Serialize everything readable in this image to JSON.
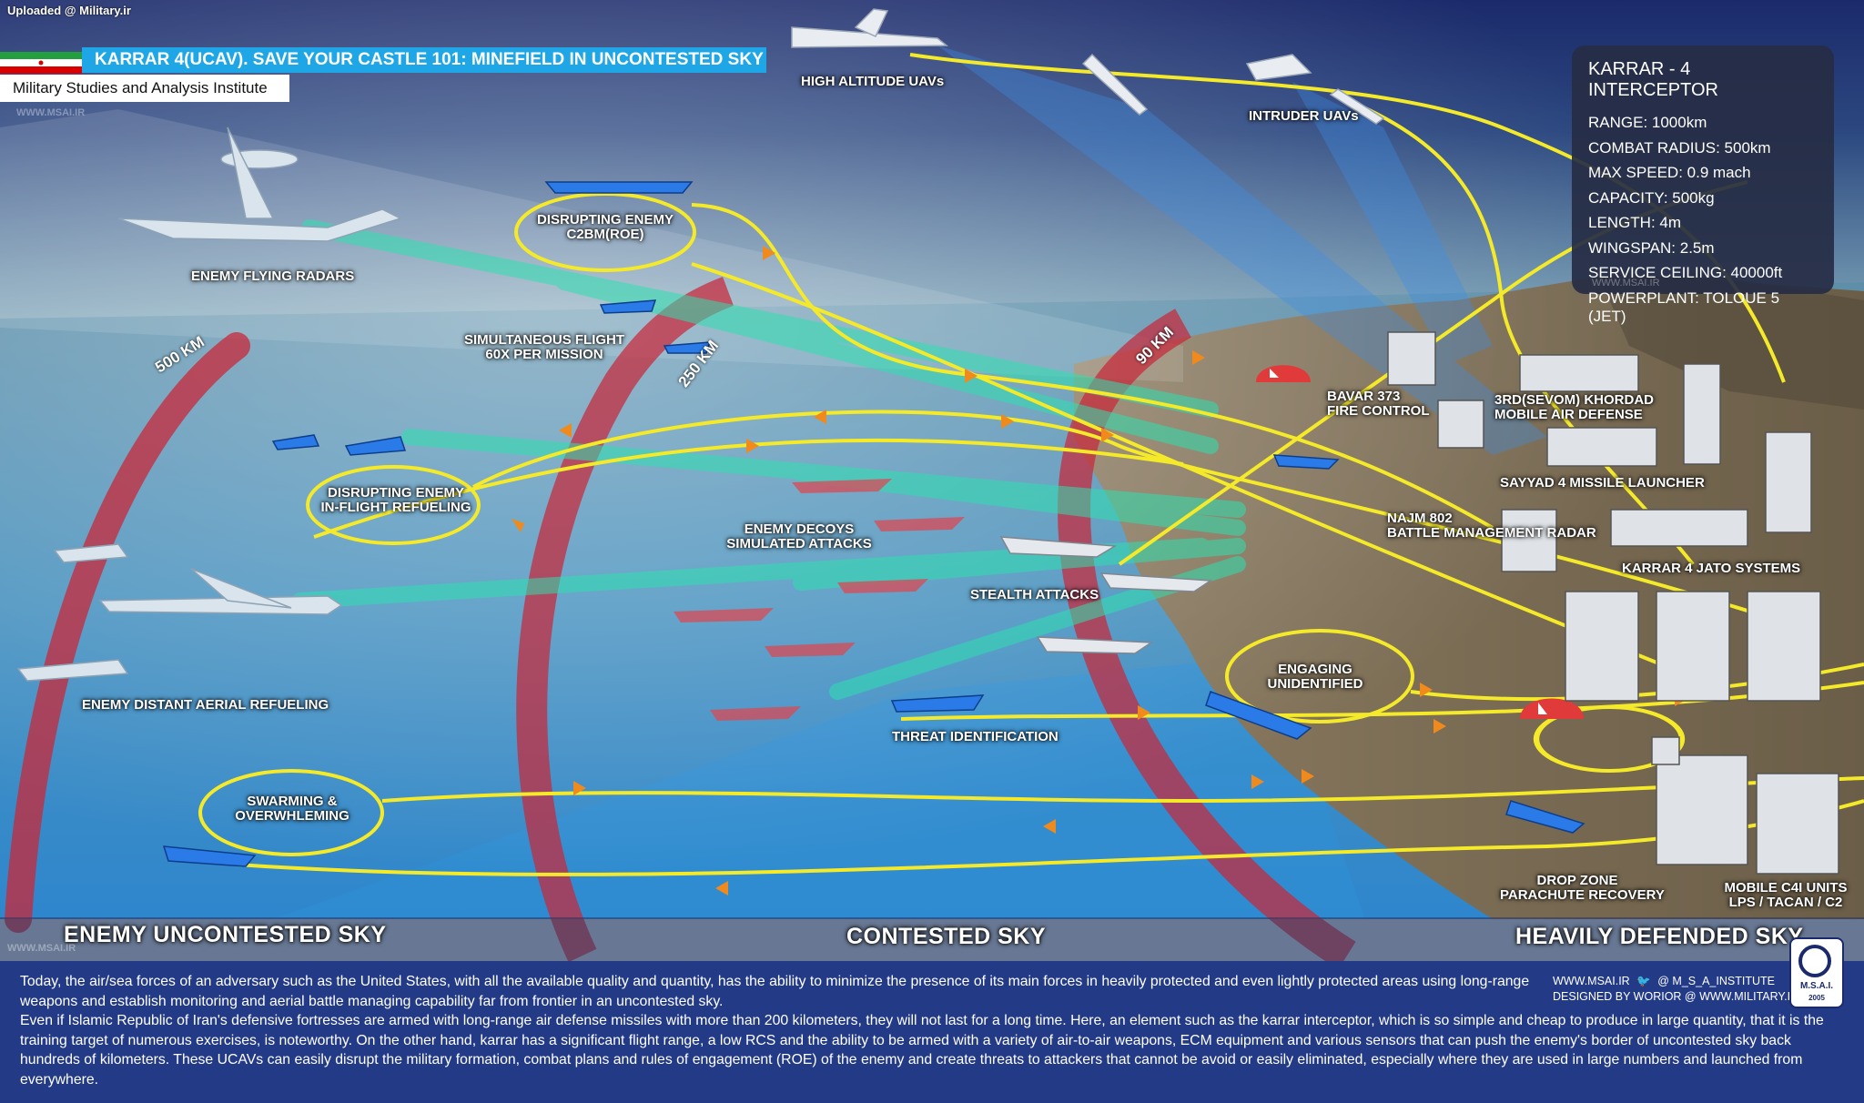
{
  "watermark_top": "Uploaded @ Military.ir",
  "header": {
    "title": "KARRAR 4(UCAV).  SAVE YOUR CASTLE 101: MINEFIELD IN UNCONTESTED SKY",
    "institute": "Military Studies and Analysis Institute",
    "site_watermark": "WWW.MSAI.IR"
  },
  "specs": {
    "title": "KARRAR - 4 INTERCEPTOR",
    "rows": [
      "RANGE: 1000km",
      "COMBAT RADIUS: 500km",
      "MAX SPEED: 0.9 mach",
      "CAPACITY: 500kg",
      "LENGTH: 4m",
      "WINGSPAN: 2.5m",
      "SERVICE CEILING: 40000ft",
      "POWERPLANT: TOLOUE 5 (JET)"
    ]
  },
  "rings": {
    "r500": "500 KM",
    "r250": "250 KM",
    "r90": "90 KM"
  },
  "labels": {
    "high_alt": "HIGH ALTITUDE UAVs",
    "intruder": "INTRUDER UAVs",
    "flying_radars": "ENEMY FLYING RADARS",
    "disrupting_c2bm_1": "DISRUPTING ENEMY",
    "disrupting_c2bm_2": "C2BM(ROE)",
    "simultaneous_1": "SIMULTANEOUS FLIGHT",
    "simultaneous_2": "60X PER MISSION",
    "refuel_1": "DISRUPTING  ENEMY",
    "refuel_2": "IN-FLIGHT REFUELING",
    "decoys_1": "ENEMY DECOYS",
    "decoys_2": "SIMULATED ATTACKS",
    "stealth": "STEALTH ATTACKS",
    "distant_refuel": "ENEMY DISTANT AERIAL REFUELING",
    "threat_id": "THREAT IDENTIFICATION",
    "swarm_1": "SWARMING &",
    "swarm_2": "OVERWHLEMING",
    "engaging_1": "ENGAGING",
    "engaging_2": "UNIDENTIFIED",
    "bavar_1": "BAVAR 373",
    "bavar_2": "FIRE CONTROL",
    "khordad_1": "3RD(SEVOM) KHORDAD",
    "khordad_2": "MOBILE AIR DEFENSE",
    "sayyad": "SAYYAD 4 MISSILE LAUNCHER",
    "najm_1": "NAJM 802",
    "najm_2": "BATTLE MANAGEMENT RADAR",
    "jato": "KARRAR 4  JATO SYSTEMS",
    "drop_1": "DROP ZONE",
    "drop_2": "PARACHUTE RECOVERY",
    "c4i_1": "MOBILE C4I UNITS",
    "c4i_2": "LPS / TACAN / C2"
  },
  "zones": {
    "uncontested": "ENEMY UNCONTESTED SKY",
    "contested": "CONTESTED SKY",
    "defended": "HEAVILY DEFENDED SKY"
  },
  "description": {
    "p1": "Today, the air/sea forces of an adversary such as the United States, with all the available quality and quantity, has the ability to minimize the presence of its main forces in heavily protected and even lightly protected areas using long-range weapons and establish monitoring and aerial battle managing capability far from frontier in an uncontested sky.",
    "p2": " Even if Islamic Republic of Iran's defensive fortresses are armed with long-range air defense missiles with more than 200 kilometers, they will not last for a long time. Here, an element such as the karrar interceptor, which is so simple and cheap to produce in large quantity, that it is the training target of numerous exercises, is noteworthy. On the other hand, karrar has a significant flight range, a low RCS and the ability to be armed with a variety of air-to-air weapons, ECM equipment and various sensors that can push the enemy's border of uncontested sky back hundreds of kilometers. These UCAVs can easily disrupt the military formation, combat plans and rules of engagement (ROE) of the enemy and create threats to attackers that cannot be avoid or easily eliminated, especially where they are used in large numbers and launched from everywhere."
  },
  "credits": {
    "site": "WWW.MSAI.IR",
    "twitter": "@ M_S_A_INSTITUTE",
    "designed": "DESIGNED BY WORIOR @ WWW.MILITARY.IR"
  },
  "logo": {
    "name": "M.S.A.I.",
    "year": "2005"
  },
  "colors": {
    "sky_top": "#1b2a6b",
    "sea": "#3aa7dc",
    "ring_red": "#c8283a",
    "flight_path": "#f5ea2a",
    "beam_green": "#2ee0b0",
    "accent_blue": "#1fa6e6",
    "panel": "#263046"
  }
}
